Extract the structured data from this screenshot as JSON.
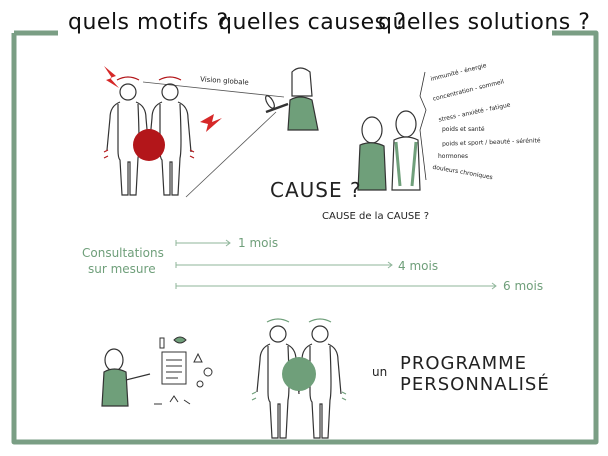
{
  "header": {
    "motifs": "quels motifs ?",
    "causes": "quelles causes ?",
    "solutions": "quelles solutions ?"
  },
  "vision": "Vision globale",
  "cause_list": [
    "immunité - énergie",
    "concentration - sommeil",
    "stress - anxiété - fatigue",
    "poids et santé",
    "poids et sport / beauté - sérénité",
    "hormones",
    "douleurs chroniques"
  ],
  "cause": "CAUSE ?",
  "cause_de_la_cause": "CAUSE de la CAUSE ?",
  "consultations": {
    "line1": "Consultations",
    "line2": "sur mesure"
  },
  "durations": [
    "1 mois",
    "4 mois",
    "6 mois"
  ],
  "programme": {
    "prefix": "un",
    "line1": "PROGRAMME",
    "line2": "PERSONNALISÉ"
  },
  "colors": {
    "frame": "#7a9e84",
    "accent_red": "#b3161a",
    "accent_green": "#6f9f7a",
    "arrow": "#8fb69a"
  }
}
